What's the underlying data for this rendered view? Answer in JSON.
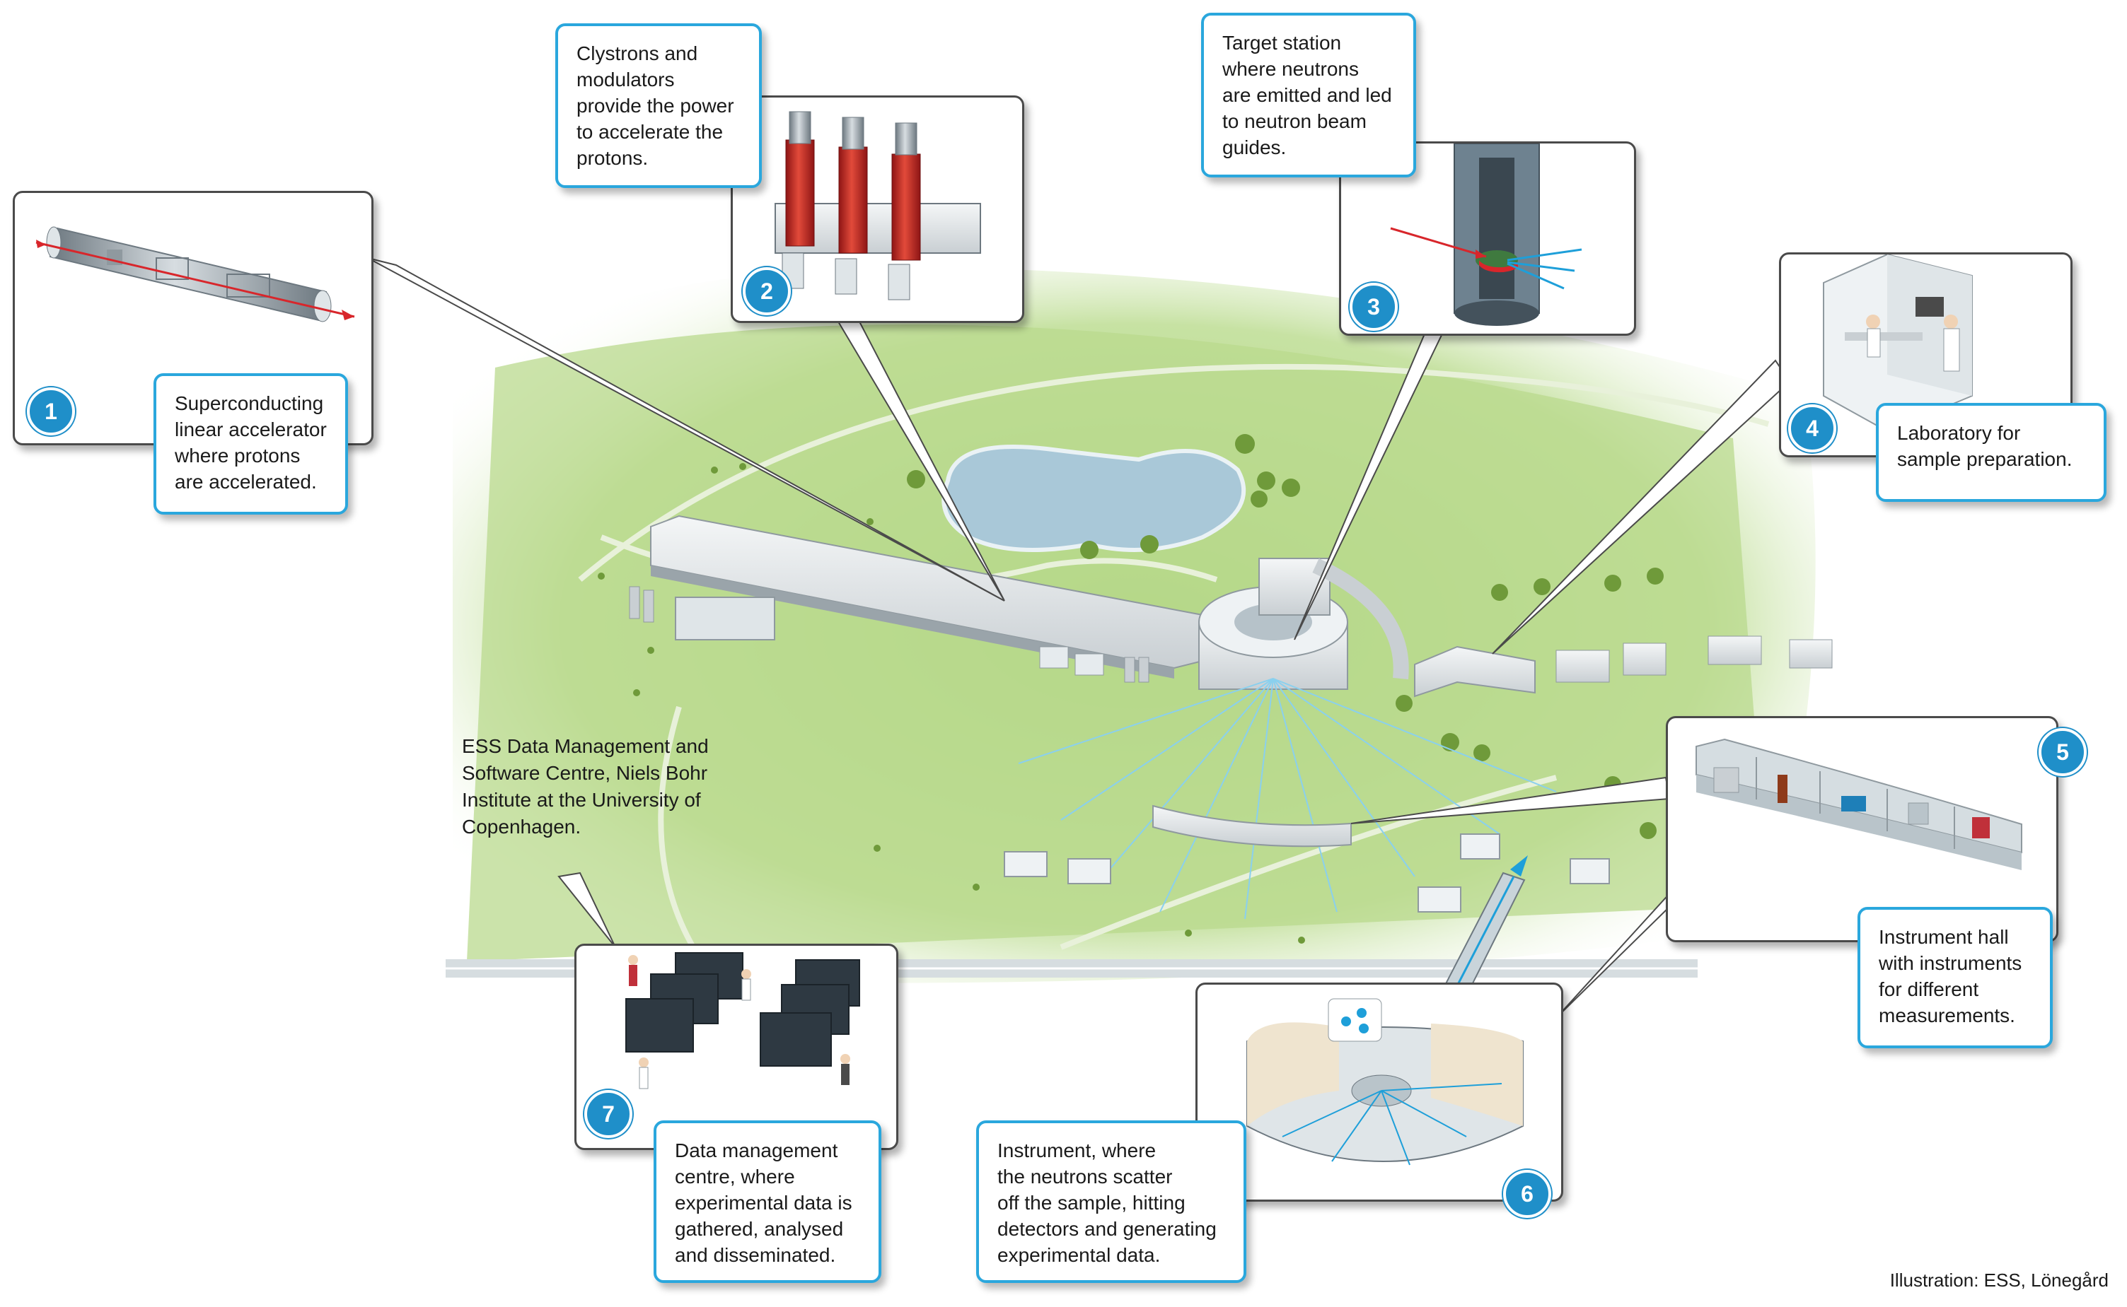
{
  "callouts": {
    "c1": {
      "number": "1",
      "text": "Superconducting\nlinear accelerator\nwhere protons\nare accelerated."
    },
    "c2": {
      "number": "2",
      "text": "Clystrons and\nmodulators\nprovide the power\nto accelerate the\nprotons."
    },
    "c3": {
      "number": "3",
      "text": "Target station\nwhere neutrons\nare emitted and led\nto neutron beam\nguides."
    },
    "c4": {
      "number": "4",
      "text": "Laboratory for\nsample preparation."
    },
    "c5": {
      "number": "5",
      "text": "Instrument hall\nwith instruments\nfor different\nmeasurements."
    },
    "c6": {
      "number": "6",
      "text": "Instrument, where\nthe neutrons scatter\noff the sample, hitting\ndetectors and generating\nexperimental data."
    },
    "c7": {
      "number": "7",
      "text": "Data management\ncentre, where\nexperimental data is\ngathered, analysed\nand disseminated."
    }
  },
  "dmsc_label": "ESS Data Management and\nSoftware Centre, Niels Bohr\nInstitute at the University of\nCopenhagen.",
  "credit": "Illustration: ESS, Lönegård",
  "colors": {
    "accent": "#2aa7dd",
    "badge": "#1f8fc9",
    "grass": "#b8d98c",
    "beam_red": "#d8262b",
    "neutron_blue": "#1e9fd9"
  }
}
